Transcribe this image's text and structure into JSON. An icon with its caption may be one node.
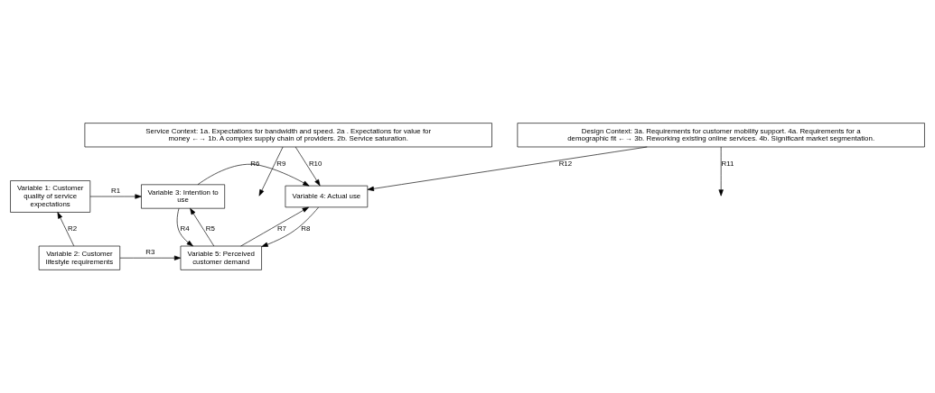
{
  "diagram": {
    "nodes": [
      {
        "text": [
          "Service Context: 1a. Expectations for bandwidth and speed. 2a . Expectations for value for money ←→ 1b. A complex supply chain of providers. 2b. Service saturation."
        ]
      },
      {
        "text": [
          "Variable 1: Customer quality of service expectations"
        ]
      },
      {
        "text": [
          "Variable 3: Intention to use"
        ]
      },
      {
        "text": [
          "Variable 4: Actual use"
        ]
      },
      {
        "text": [
          "Variable 2: Customer lifestyle requirements"
        ]
      },
      {
        "text": [
          "Variable 5: Perceived customer demand"
        ]
      },
      {
        "text": [
          "Design Context: 3a. Requirements for customer mobility support. 4a. Requirements for a demographic fit ←→ 3b. Reworking existing online services. 4b. Significant market segmentation."
        ]
      }
    ],
    "edges": [
      {
        "from": 0,
        "to": null,
        "arrow": "to",
        "label": "R9"
      },
      {
        "from": 1,
        "to": 2,
        "arrow": "to",
        "label": "R1"
      },
      {
        "from": 2,
        "to": 3,
        "arrow": "to",
        "label": "R6"
      },
      {
        "from": 0,
        "to": 3,
        "arrow": "to",
        "label": "R10"
      },
      {
        "from": 4,
        "to": 1,
        "arrow": "to",
        "label": "R2"
      },
      {
        "from": 2,
        "to": 5,
        "arrow": "to",
        "label": "R4"
      },
      {
        "from": 5,
        "to": 2,
        "arrow": "to",
        "label": "R5"
      },
      {
        "from": 4,
        "to": 5,
        "arrow": "to",
        "label": "R3"
      },
      {
        "from": 6,
        "to": null,
        "arrow": "to",
        "label": "R11"
      },
      {
        "from": 5,
        "to": 3,
        "arrow": "to",
        "label": "R7"
      },
      {
        "from": 3,
        "to": 5,
        "arrow": "to",
        "label": "R8"
      },
      {
        "from": 6,
        "to": 3,
        "arrow": "to",
        "label": "R12"
      }
    ]
  }
}
